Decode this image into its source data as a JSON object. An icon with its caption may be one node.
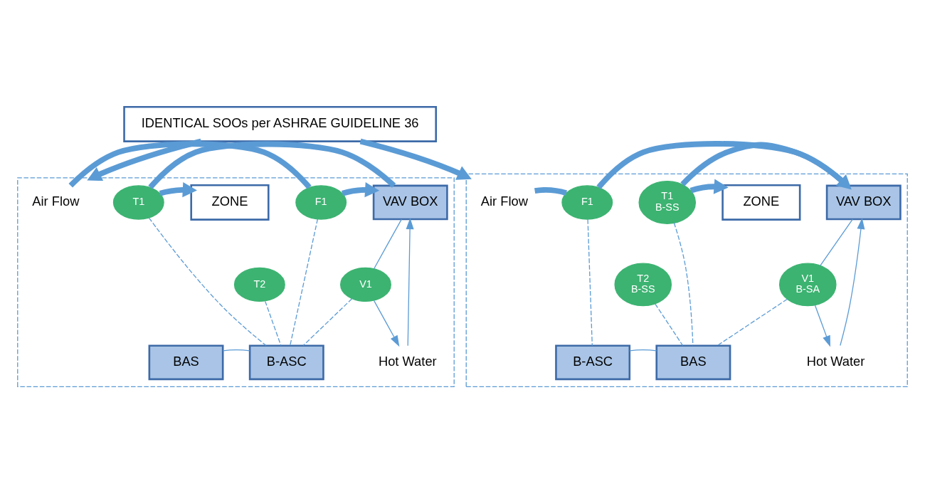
{
  "diagram": {
    "nodes": [
      {
        "text": [
          "IDENTICAL SOOs per ASHRAE GUIDELINE 36"
        ]
      },
      {
        "text": [],
        "shape": "box"
      },
      {
        "text": [
          "Air Flow"
        ],
        "in": 1
      },
      {
        "text": [
          "F1"
        ],
        "in": 1
      },
      {
        "text": [
          "VAV BOX"
        ],
        "in": 1
      },
      {
        "text": [
          "T1"
        ],
        "in": 1
      },
      {
        "text": [
          "ZONE"
        ],
        "in": 1
      },
      {
        "text": [
          "T2"
        ],
        "in": 1
      },
      {
        "text": [
          "V1"
        ],
        "in": 1
      },
      {
        "text": [
          "Hot Water"
        ],
        "in": 1
      },
      {
        "text": [
          "BAS"
        ],
        "in": 1
      },
      {
        "text": [
          "B-ASC"
        ],
        "in": 1
      },
      {
        "text": [],
        "shape": "box"
      },
      {
        "text": [
          "Air Flow"
        ],
        "in": 12
      },
      {
        "text": [
          "F1"
        ],
        "in": 12
      },
      {
        "text": [
          "VAV BOX"
        ],
        "in": 12
      },
      {
        "text": [
          "T1",
          "B-SS"
        ],
        "in": 12
      },
      {
        "text": [
          "ZONE"
        ],
        "in": 12
      },
      {
        "text": [
          "T2",
          "B-SS"
        ],
        "in": 12
      },
      {
        "text": [
          "V1",
          "B-SA"
        ],
        "in": 12
      },
      {
        "text": [
          "Hot Water"
        ],
        "in": 12
      },
      {
        "text": [
          "BAS"
        ],
        "in": 12
      },
      {
        "text": [
          "B-ASC"
        ],
        "in": 12
      }
    ],
    "edges": [
      {
        "from": 0,
        "to": 1,
        "arrow": "to",
        "style": "thick"
      },
      {
        "from": 0,
        "to": 12,
        "arrow": "to",
        "style": "thick"
      },
      {
        "from": 2,
        "to": 3,
        "arrow": "none",
        "style": "thick"
      },
      {
        "from": 3,
        "to": 4,
        "arrow": "to",
        "style": "thick"
      },
      {
        "from": 4,
        "to": 5,
        "arrow": "none",
        "style": "thick"
      },
      {
        "from": 5,
        "to": 6,
        "arrow": "to",
        "style": "thick"
      },
      {
        "from": 4,
        "to": 8,
        "arrow": "none"
      },
      {
        "from": 8,
        "to": 9,
        "arrow": "to"
      },
      {
        "from": 9,
        "to": 4,
        "arrow": "to"
      },
      {
        "from": 3,
        "to": 11,
        "arrow": "none",
        "style": "dashed"
      },
      {
        "from": 8,
        "to": 11,
        "arrow": "none",
        "style": "dashed"
      },
      {
        "from": 5,
        "to": 11,
        "arrow": "none",
        "style": "dashed"
      },
      {
        "from": 7,
        "to": 11,
        "arrow": "none",
        "style": "dashed"
      },
      {
        "from": 10,
        "to": 11,
        "arrow": "none"
      },
      {
        "from": 13,
        "to": 14,
        "arrow": "none",
        "style": "thick"
      },
      {
        "from": 14,
        "to": 15,
        "arrow": "to",
        "style": "thick"
      },
      {
        "from": 15,
        "to": 16,
        "arrow": "none",
        "style": "thick"
      },
      {
        "from": 16,
        "to": 17,
        "arrow": "to",
        "style": "thick"
      },
      {
        "from": 15,
        "to": 19,
        "arrow": "none"
      },
      {
        "from": 19,
        "to": 20,
        "arrow": "to"
      },
      {
        "from": 20,
        "to": 15,
        "arrow": "to"
      },
      {
        "from": 14,
        "to": 22,
        "arrow": "none",
        "style": "dashed"
      },
      {
        "from": 19,
        "to": 21,
        "arrow": "none",
        "style": "dashed"
      },
      {
        "from": 16,
        "to": 21,
        "arrow": "none",
        "style": "dashed"
      },
      {
        "from": 18,
        "to": 21,
        "arrow": "none",
        "style": "dashed"
      },
      {
        "from": 21,
        "to": 22,
        "arrow": "none"
      }
    ]
  }
}
